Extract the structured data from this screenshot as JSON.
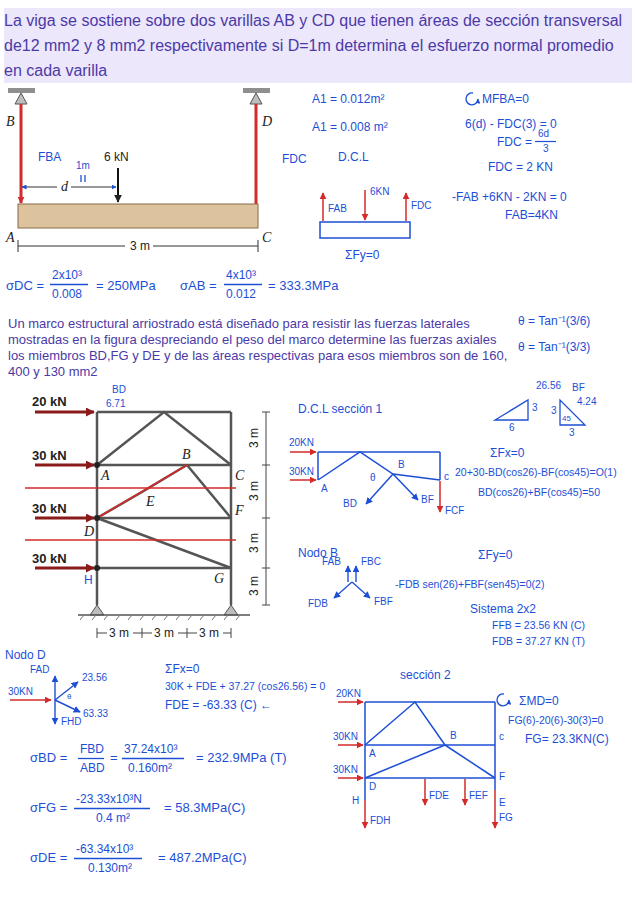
{
  "diagram": {
    "labels": [
      "La viga se sostiene sobre dos varillas AB y CD que tienen áreas de sección transversal de12 mm2 y 8 mm2 respectivamente si D=1m determina el esfuerzo normal promedio en cada varilla",
      "B",
      "D",
      "6 kN",
      "d",
      "A",
      "C",
      "3 m",
      "FBA",
      "1m",
      "FDC",
      "A1 = 0.012m²",
      "A1 = 0.008 m²",
      "D.C.L",
      "FAB",
      "6KN",
      "FDC",
      "ΣFy=0",
      "MFBA=0",
      "6(d) - FDC(3) = 0",
      "FDC =",
      "6d",
      "3",
      "FDC = 2 KN",
      "-FAB +6KN - 2KN = 0",
      "FAB=4KN",
      "σDC =",
      "2x10³",
      "0.008",
      "= 250MPa",
      "σAB =",
      "4x10³",
      "0.012",
      "= 333.3MPa",
      "Un marco estructural arriostrado está diseñado para resistir las fuerzas laterales mostradas en la figura despreciando el peso del marco determine las fuerzas axiales los miembros BD,FG y DE y de las áreas respectivas para esos miembros son de 160, 400 y 130 mm2",
      "θ = Tan⁻¹(3/6)",
      "θ = Tan⁻¹(3/3)",
      "26.56",
      "BF",
      "3",
      "6",
      "3",
      "4.24",
      "3",
      "45",
      "20 kN",
      "30 kN",
      "30 kN",
      "30 kN",
      "A",
      "B",
      "C",
      "E",
      "D",
      "F",
      "G",
      "3 m",
      "3 m",
      "3 m",
      "3 m",
      "3 m",
      "3 m",
      "3 m",
      "BD",
      "6.71",
      "H",
      "D.C.L sección 1",
      "20KN",
      "30KN",
      "A",
      "B",
      "c",
      "θ",
      "BD",
      "BF",
      "FCF",
      "ΣFx=0",
      "20+30-BD(cos26)-BF(cos45)=O(1)",
      "BD(cos26)+BF(cos45)=50",
      "Nodo B",
      "ΣFy=0",
      "FAB",
      "FBC",
      "FDB",
      "FBF",
      "-FDB sen(26)+FBF(sen45)=0(2)",
      "Sistema 2x2",
      "FFB = 23.56 KN (C)",
      "FDB = 37.27 KN (T)",
      "Nodo D",
      "FAD",
      "30KN",
      "23.56",
      "θ",
      "63.33",
      "FHD",
      "ΣFx=0",
      "30K + FDE + 37.27 (cos26.56) = 0",
      "FDE = -63.33 (C) ←",
      "sección 2",
      "20KN",
      "30KN",
      "A",
      "B",
      "c",
      "30KN",
      "D",
      "FDE",
      "FEF",
      "F",
      "H",
      "FDH",
      "E",
      "FG",
      "ΣMD=0",
      "FG(6)-20(6)-30(3)=0",
      "FG= 23.3KN(C)",
      "σBD =",
      "FBD",
      "ABD",
      "=",
      "37.24x10³",
      "0.160m²",
      "= 232.9MPa (T)",
      "σFG =",
      "-23.33x10³N",
      "0.4 m²",
      "= 58.3MPa(C)",
      "σDE =",
      "-63.34x10³",
      "0.130m²",
      "= 487.2MPa(C)"
    ]
  }
}
